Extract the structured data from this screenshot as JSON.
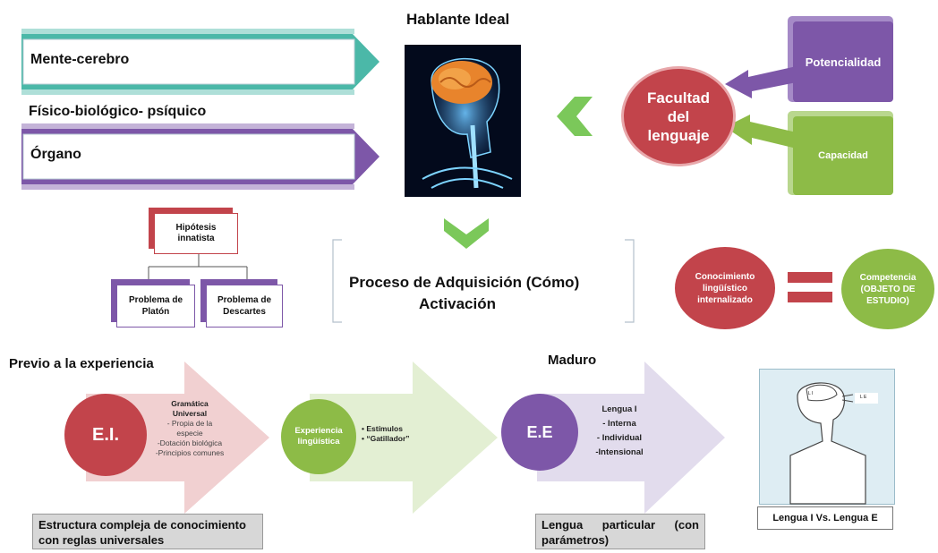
{
  "top": {
    "title": "Hablante Ideal",
    "mente": "Mente-cerebro",
    "fisico": "Físico-biológico- psíquico",
    "organo": "Órgano"
  },
  "facultad": {
    "center_lines": [
      "Facultad",
      "del",
      "lenguaje"
    ],
    "potencialidad": "Potencialidad",
    "capacidad": "Capacidad"
  },
  "hipotesis": {
    "root_lines": [
      "Hipótesis",
      "innatista"
    ],
    "left_lines": [
      "Problema de",
      "Platón"
    ],
    "right_lines": [
      "Problema de",
      "Descartes"
    ]
  },
  "proceso": {
    "line1": "Proceso de Adquisición (Cómo)",
    "line2": "Activación"
  },
  "equation": {
    "left_lines": [
      "Conocimiento",
      "lingüístico",
      "internalizado"
    ],
    "right_lines": [
      "Competencia",
      "(OBJETO DE",
      "ESTUDIO)"
    ]
  },
  "flow": {
    "previo_label": "Previo a la experiencia",
    "ei": "E.I.",
    "ei_title_lines": [
      "Gramática",
      "Universal"
    ],
    "ei_items": [
      "- Propia de la",
      "especie",
      "-Dotación biológica",
      "-Principios comunes"
    ],
    "experiencia_lines": [
      "Experiencia",
      "lingüística"
    ],
    "experiencia_items": [
      "• Estímulos",
      "• “Gatillador”"
    ],
    "maduro_label": "Maduro",
    "ee": "E.E",
    "ee_title": "Lengua I",
    "ee_items": [
      "- Interna",
      "- Individual",
      "-Intensional"
    ],
    "estructura_caption": "Estructura compleja de conocimiento con reglas universales",
    "lengua_caption": "Lengua particular (con parámetros)",
    "figure_bubble_left": "L I",
    "figure_bubble_right": "L E",
    "figure_caption": "Lengua I Vs. Lengua E"
  },
  "colors": {
    "teal": "#4bb8a8",
    "purple": "#7d57a8",
    "green": "#8dbb47",
    "red": "#c2444b",
    "pink_arrow": "#f1d0d1",
    "green_arrow": "#e3efd3",
    "lavender_arrow": "#e2dced"
  }
}
